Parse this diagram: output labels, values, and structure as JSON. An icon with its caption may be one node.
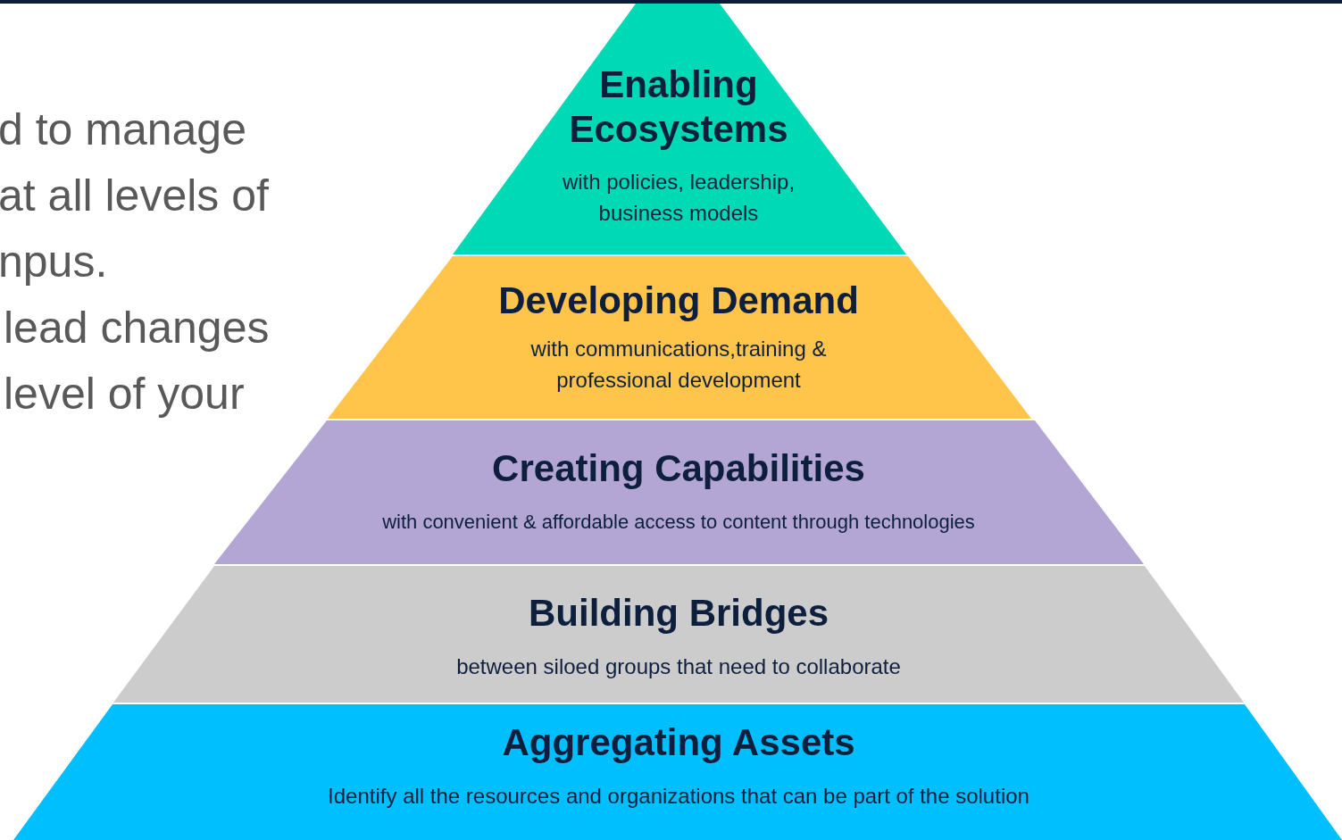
{
  "diagram": {
    "nodes": [
      {
        "text": [
          "Enabling Ecosystems",
          "with policies, leadership, business models"
        ]
      },
      {
        "text": [
          "Developing Demand",
          "with communications,training & professional development"
        ]
      },
      {
        "text": [
          "Creating Capabilities",
          "with convenient & affordable access to content through technologies"
        ]
      },
      {
        "text": [
          "Building Bridges",
          "between siloed groups that need to collaborate"
        ]
      },
      {
        "text": [
          "Aggregating Assets",
          "Identify all the resources and organizations that can be part of the solution"
        ]
      }
    ],
    "edges": [],
    "labels": [
      "d to manage",
      "at all levels of",
      "npus.",
      "lead changes",
      "level of your"
    ]
  }
}
